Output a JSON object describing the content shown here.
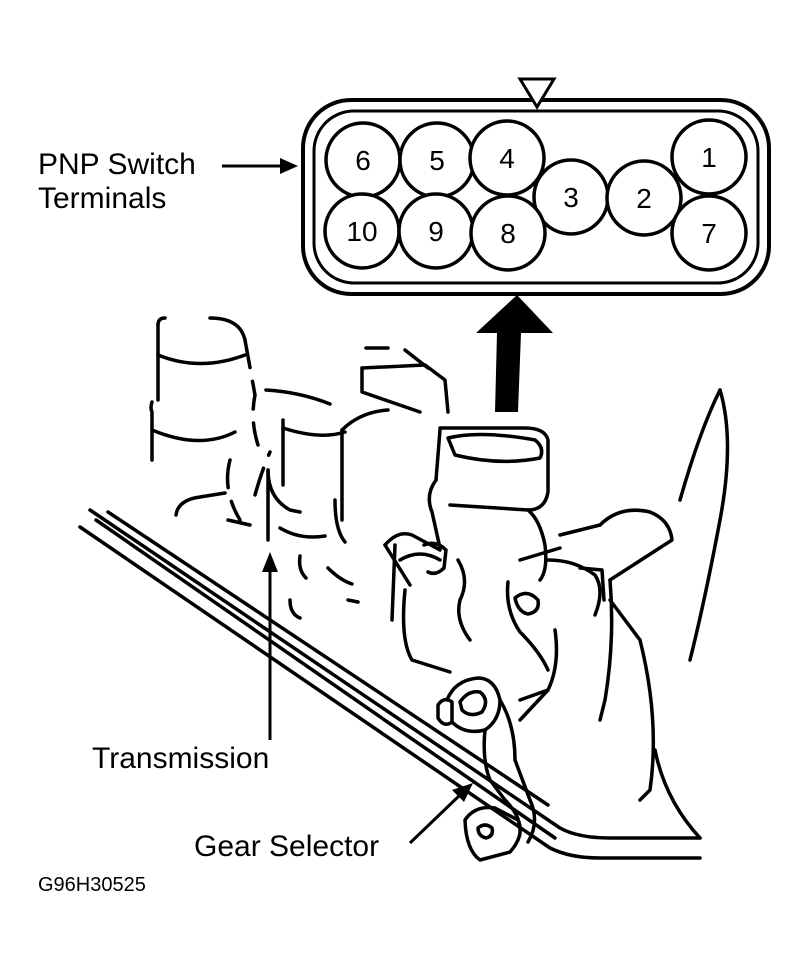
{
  "labels": {
    "pnp_line1": "PNP Switch",
    "pnp_line2": "Terminals",
    "transmission": "Transmission",
    "gear_selector": "Gear Selector",
    "figure_code": "G96H30525"
  },
  "connector": {
    "terminals": [
      "6",
      "5",
      "4",
      "3",
      "2",
      "1",
      "10",
      "9",
      "8",
      "7"
    ]
  }
}
